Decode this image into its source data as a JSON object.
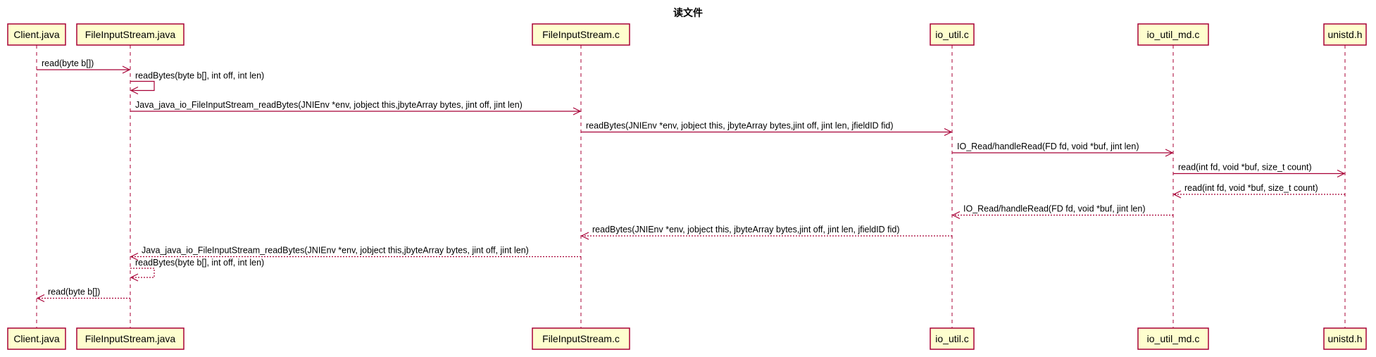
{
  "title": "读文件",
  "colors": {
    "line": "#A80036",
    "box_fill": "#FEFECE"
  },
  "participants": [
    {
      "id": "client",
      "label": "Client.java"
    },
    {
      "id": "fisjava",
      "label": "FileInputStream.java"
    },
    {
      "id": "fisc",
      "label": "FileInputStream.c"
    },
    {
      "id": "ioutil",
      "label": "io_util.c"
    },
    {
      "id": "ioutilmd",
      "label": "io_util_md.c"
    },
    {
      "id": "unistd",
      "label": "unistd.h"
    }
  ],
  "messages": [
    {
      "from": "client",
      "to": "fisjava",
      "label": "read(byte b[])",
      "type": "call"
    },
    {
      "from": "fisjava",
      "to": "fisjava",
      "label": "readBytes(byte b[], int off, int len)",
      "type": "call"
    },
    {
      "from": "fisjava",
      "to": "fisc",
      "label": "Java_java_io_FileInputStream_readBytes(JNIEnv *env, jobject this,jbyteArray bytes, jint off, jint len)",
      "type": "call"
    },
    {
      "from": "fisc",
      "to": "ioutil",
      "label": "readBytes(JNIEnv *env, jobject this, jbyteArray bytes,jint off, jint len, jfieldID fid)",
      "type": "call"
    },
    {
      "from": "ioutil",
      "to": "ioutilmd",
      "label": "IO_Read/handleRead(FD fd, void *buf, jint len)",
      "type": "call"
    },
    {
      "from": "ioutilmd",
      "to": "unistd",
      "label": "read(int fd, void *buf, size_t count)",
      "type": "call"
    },
    {
      "from": "unistd",
      "to": "ioutilmd",
      "label": "read(int fd, void *buf, size_t count)",
      "type": "return"
    },
    {
      "from": "ioutilmd",
      "to": "ioutil",
      "label": "IO_Read/handleRead(FD fd, void *buf, jint len)",
      "type": "return"
    },
    {
      "from": "ioutil",
      "to": "fisc",
      "label": "readBytes(JNIEnv *env, jobject this, jbyteArray bytes,jint off, jint len, jfieldID fid)",
      "type": "return"
    },
    {
      "from": "fisc",
      "to": "fisjava",
      "label": "Java_java_io_FileInputStream_readBytes(JNIEnv *env, jobject this,jbyteArray bytes, jint off, jint len)",
      "type": "return"
    },
    {
      "from": "fisjava",
      "to": "fisjava",
      "label": "readBytes(byte b[], int off, int len)",
      "type": "return"
    },
    {
      "from": "fisjava",
      "to": "client",
      "label": "read(byte b[])",
      "type": "return"
    }
  ]
}
